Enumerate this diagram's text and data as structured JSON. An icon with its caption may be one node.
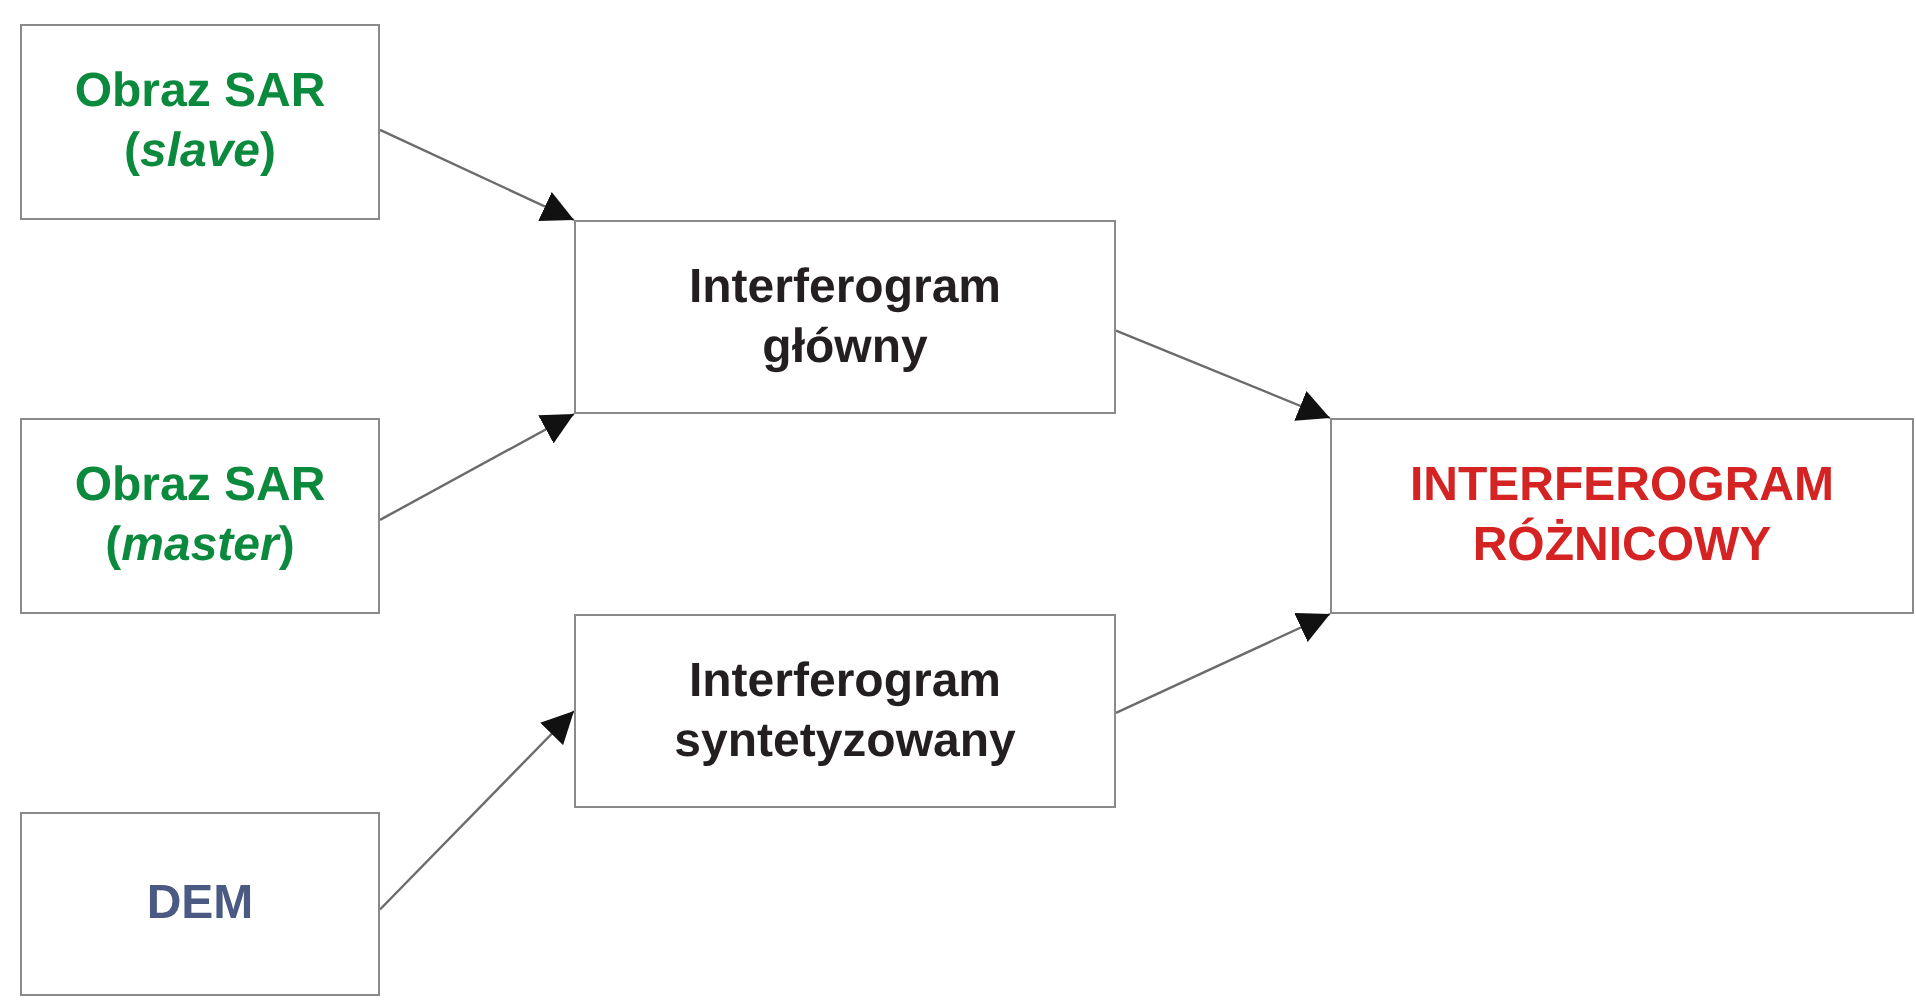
{
  "diagram": {
    "nodes": [
      {
        "text": [
          "Obraz SAR (*slave*)"
        ]
      },
      {
        "text": [
          "Interferogram główny"
        ]
      },
      {
        "text": [
          "Obraz SAR (*master*)"
        ]
      },
      {
        "text": [
          "DEM"
        ]
      },
      {
        "text": [
          "Interferogram syntetyzowany"
        ]
      },
      {
        "text": [
          "INTERFEROGRAM RÓŻNICOWY"
        ]
      }
    ],
    "edges": [
      {
        "from": 0,
        "to": 1,
        "arrow": "to"
      },
      {
        "from": 2,
        "to": 1,
        "arrow": "to"
      },
      {
        "from": 3,
        "to": 4,
        "arrow": "to"
      },
      {
        "from": 1,
        "to": 5,
        "arrow": "to"
      },
      {
        "from": 4,
        "to": 5,
        "arrow": "to"
      }
    ]
  }
}
